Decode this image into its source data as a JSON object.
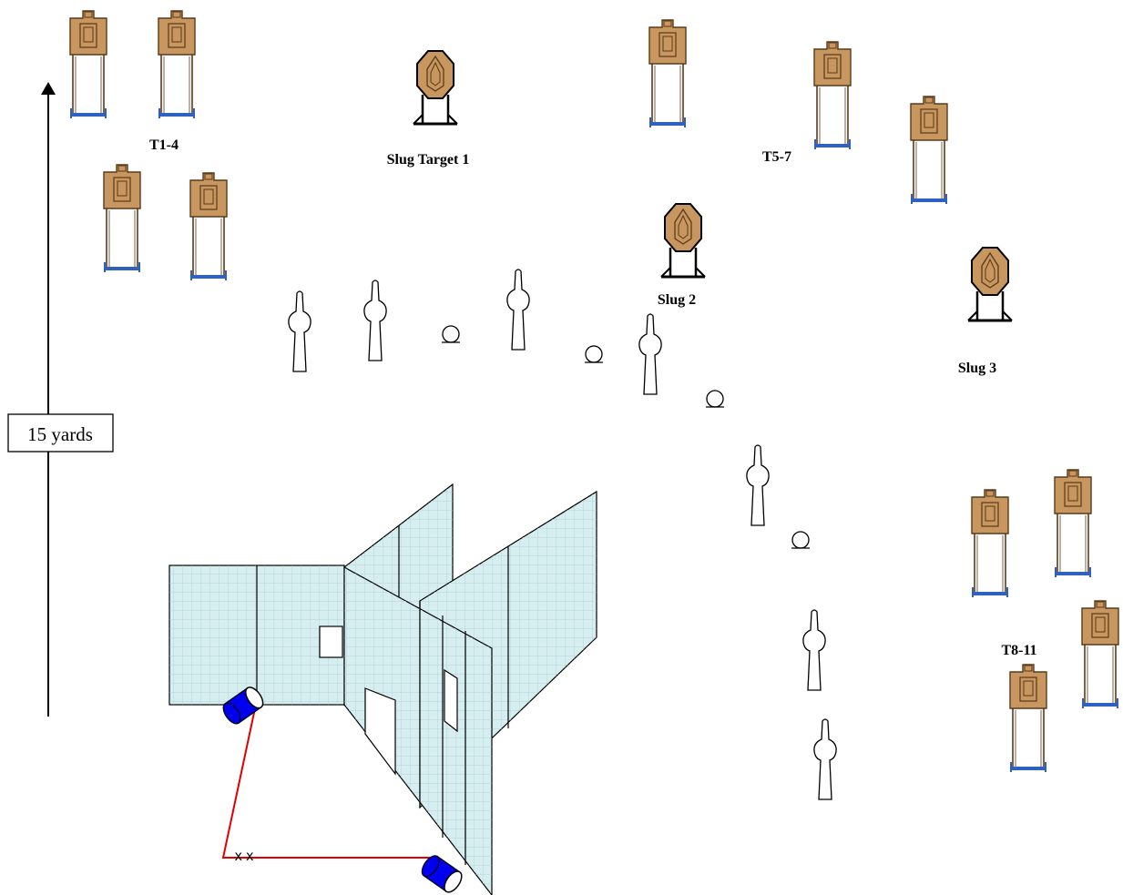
{
  "scale": {
    "label": "15 yards"
  },
  "groups": {
    "t1_4": "T1-4",
    "t5_7": "T5-7",
    "t8_11": "T8-11"
  },
  "slugs": {
    "s1": "Slug Target 1",
    "s2": "Slug 2",
    "s3": "Slug 3"
  },
  "start_marks": "x x",
  "colors": {
    "target_fill": "#c8965f",
    "target_stroke": "#5a3a1a",
    "stand_base": "#3060c0",
    "wall_fill": "#d6eef0",
    "wall_grid": "#a9ccd6",
    "barrel": "#0000ee",
    "fault_line": "#e00000"
  }
}
